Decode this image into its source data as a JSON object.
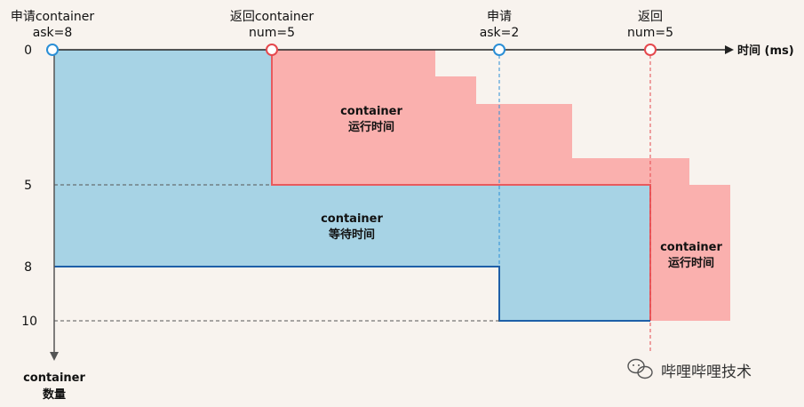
{
  "events": [
    {
      "line1": "申请container",
      "line2": "ask=8"
    },
    {
      "line1": "返回container",
      "line2": "num=5"
    },
    {
      "line1": "申请",
      "line2": "ask=2"
    },
    {
      "line1": "返回",
      "line2": "num=5"
    }
  ],
  "x_axis_label": "时间 (ms)",
  "y_axis": {
    "label_line1": "container",
    "label_line2": "数量",
    "ticks": [
      "0",
      "5",
      "8",
      "10"
    ]
  },
  "regions": {
    "run_top": {
      "line1": "container",
      "line2": "运行时间"
    },
    "wait": {
      "line1": "container",
      "line2": "等待时间"
    },
    "run_right": {
      "line1": "container",
      "line2": "运行时间"
    }
  },
  "watermark": {
    "text": "哔哩哔哩技术",
    "icon": "wechat-icon"
  },
  "colors": {
    "wait_fill": "#a7d3e5",
    "wait_stroke": "#1d5fa8",
    "run_fill": "#fab0ae",
    "run_stroke": "#e85a5e",
    "axis": "#222222",
    "blue_marker": "#2b8fd6",
    "red_marker": "#e5484d"
  }
}
